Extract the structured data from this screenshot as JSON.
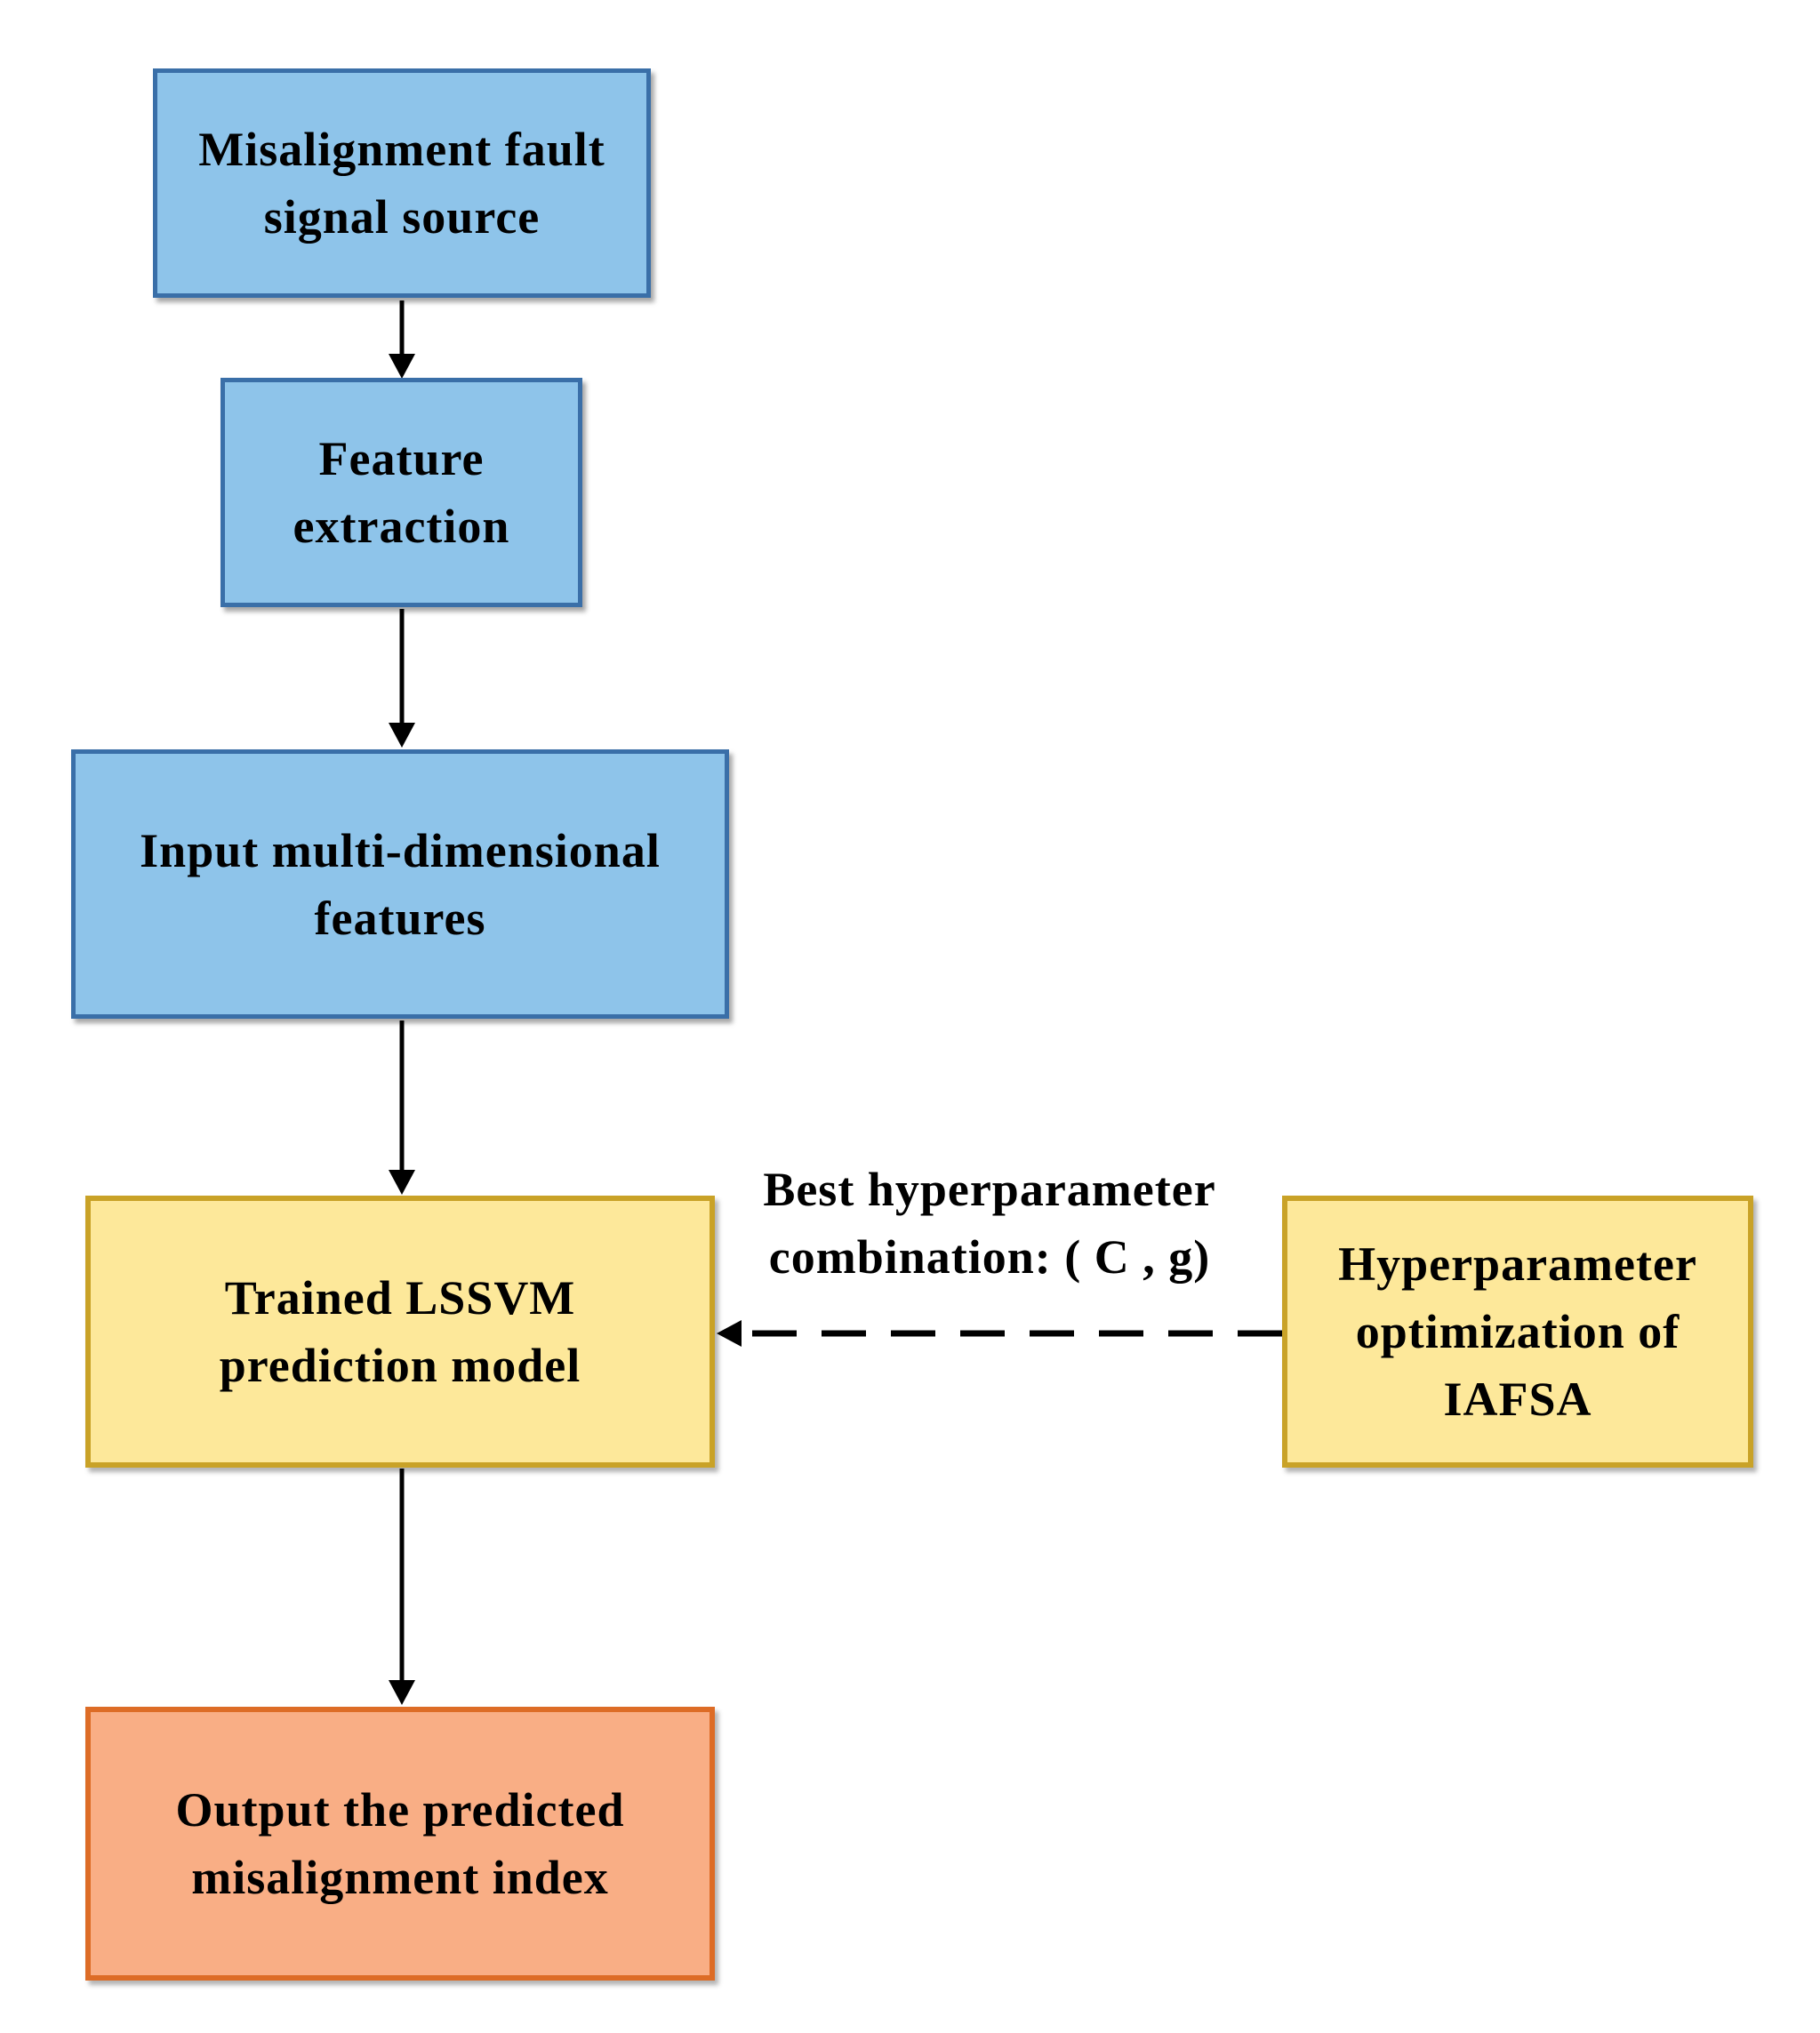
{
  "diagram": {
    "nodes": {
      "signal_source": {
        "lines": [
          "Misalignment fault",
          "signal source"
        ],
        "fill": "#8ec4ea",
        "border": "#3a6fa8"
      },
      "feature_extraction": {
        "lines": [
          "Feature",
          "extraction"
        ],
        "fill": "#8ec4ea",
        "border": "#3a6fa8"
      },
      "input_features": {
        "lines": [
          "Input multi-dimensional",
          "features"
        ],
        "fill": "#8ec4ea",
        "border": "#3a6fa8"
      },
      "lssvm_model": {
        "lines": [
          "Trained LSSVM",
          "prediction model"
        ],
        "fill": "#fde89a",
        "border": "#c9a227"
      },
      "iafsa_optimization": {
        "lines": [
          "Hyperparameter",
          "optimization of",
          "IAFSA"
        ],
        "fill": "#fde89a",
        "border": "#c9a227"
      },
      "output_index": {
        "lines": [
          "Output the predicted",
          "misalignment index"
        ],
        "fill": "#f9ae85",
        "border": "#dd6c26"
      }
    },
    "edges": [
      {
        "from": "signal_source",
        "to": "feature_extraction",
        "style": "solid"
      },
      {
        "from": "feature_extraction",
        "to": "input_features",
        "style": "solid"
      },
      {
        "from": "input_features",
        "to": "lssvm_model",
        "style": "solid"
      },
      {
        "from": "iafsa_optimization",
        "to": "lssvm_model",
        "style": "dashed",
        "label": [
          "Best hyperparameter",
          "combination: ( C , g)"
        ]
      },
      {
        "from": "lssvm_model",
        "to": "output_index",
        "style": "solid"
      }
    ]
  }
}
